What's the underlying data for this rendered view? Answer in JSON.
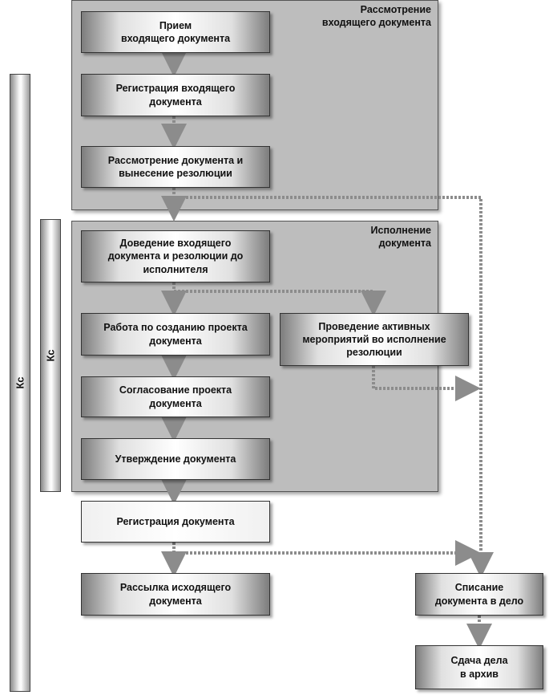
{
  "regions": {
    "review": {
      "title": "Рассмотрение\nвходящего документа"
    },
    "execution": {
      "title": "Исполнение\nдокумента"
    }
  },
  "bars": {
    "outer_label": "Кс",
    "inner_label": "Кс"
  },
  "boxes": {
    "receive": "Прием\nвходящего документа",
    "register_incoming": "Регистрация входящего\nдокумента",
    "review_resolution": "Рассмотрение документа и\nвынесение резолюции",
    "deliver": "Доведение входящего\nдокумента и резолюции до\nисполнителя",
    "draft": "Работа по созданию проекта\nдокумента",
    "activities": "Проведение активных\nмероприятий во исполнение\nрезолюции",
    "approval": "Согласование проекта\nдокумента",
    "sign": "Утверждение документа",
    "register_doc": "Регистрация документа",
    "mailing": "Рассылка исходящего\nдокумента",
    "file": "Списание\nдокумента в дело",
    "archive": "Сдача дела\nв архив"
  },
  "colors": {
    "region_fill": "#bdbdbd",
    "arrow": "#8c8c8c"
  }
}
